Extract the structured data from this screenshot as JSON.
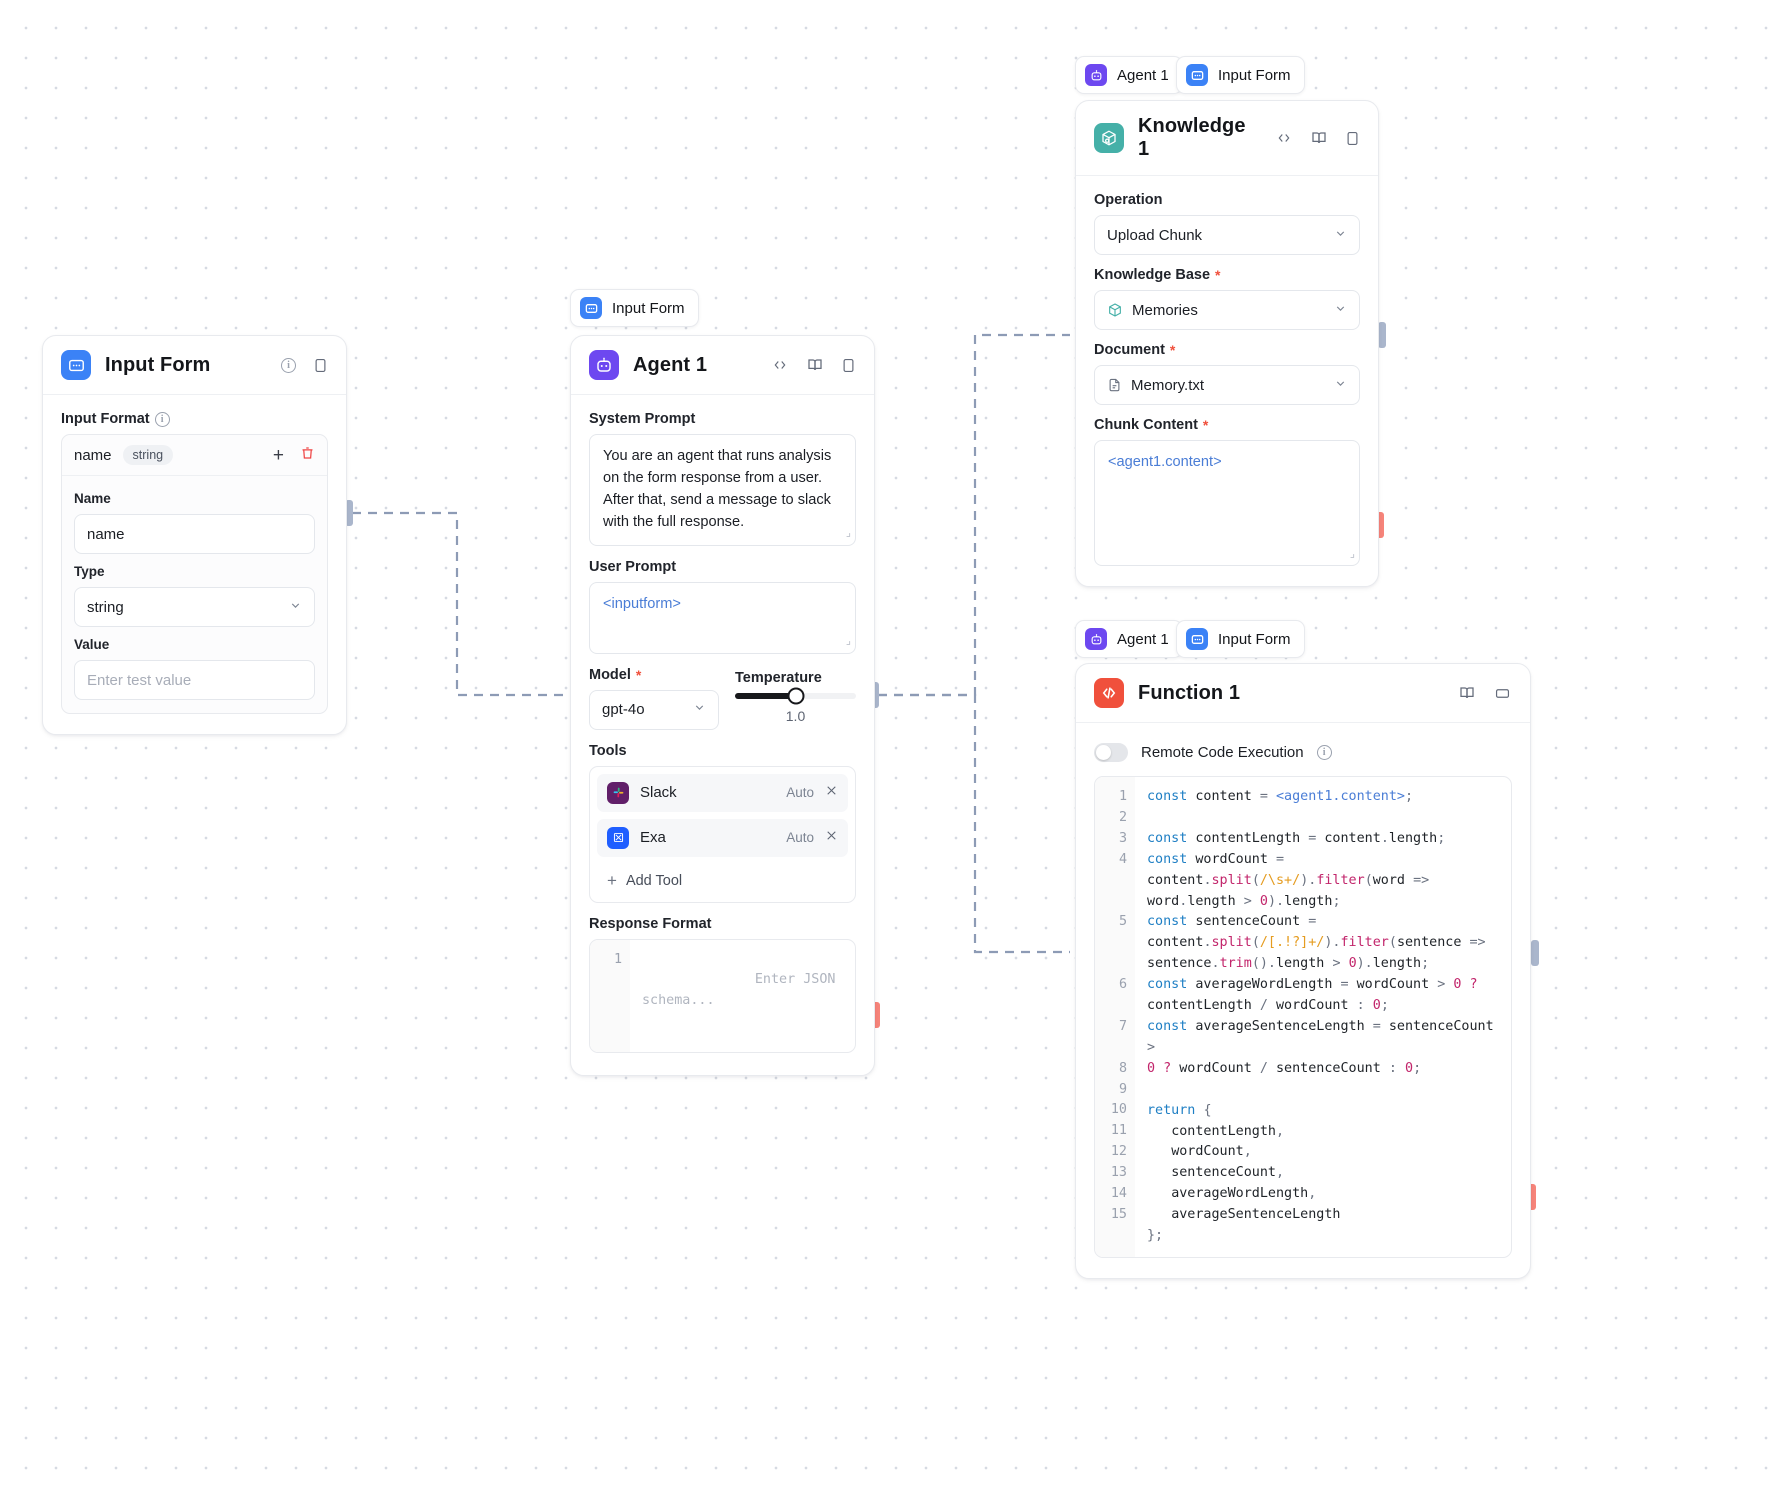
{
  "canvas": {
    "background": "#ffffff",
    "grid_dot_color": "#d6dae2"
  },
  "nodes": {
    "input_form": {
      "title": "Input Form",
      "icon": "input-form-icon",
      "accent": "#3b82f6",
      "section_label": "Input Format",
      "format_row": {
        "name": "name",
        "type_pill": "string",
        "add": "+",
        "delete": "trash"
      },
      "fields": {
        "name_label": "Name",
        "name_value": "name",
        "type_label": "Type",
        "type_value": "string",
        "value_label": "Value",
        "value_placeholder": "Enter test value"
      }
    },
    "agent": {
      "title": "Agent 1",
      "icon": "robot-icon",
      "accent": "#6d48f0",
      "system_prompt_label": "System Prompt",
      "system_prompt": "You are an agent that runs analysis on the form response from a user. After that, send a message to slack with the full response.",
      "user_prompt_label": "User Prompt",
      "user_prompt": "<inputform>",
      "model_label": "Model",
      "model_value": "gpt-4o",
      "temperature_label": "Temperature",
      "temperature_value": "1.0",
      "temperature_percent": 50,
      "tools_label": "Tools",
      "tools": [
        {
          "name": "Slack",
          "mode": "Auto"
        },
        {
          "name": "Exa",
          "mode": "Auto"
        }
      ],
      "add_tool_label": "Add Tool",
      "response_format_label": "Response Format",
      "response_format_placeholder": "Enter JSON schema...",
      "response_format_line_no": "1"
    },
    "knowledge": {
      "title": "Knowledge 1",
      "icon": "knowledge-box-icon",
      "accent": "#45b0a8",
      "operation_label": "Operation",
      "operation_value": "Upload Chunk",
      "knowledge_base_label": "Knowledge Base",
      "knowledge_base_value": "Memories",
      "document_label": "Document",
      "document_value": "Memory.txt",
      "chunk_content_label": "Chunk Content",
      "chunk_content_value": "<agent1.content>"
    },
    "function": {
      "title": "Function 1",
      "icon": "code-icon",
      "accent": "#f0503c",
      "remote_code_label": "Remote Code Execution",
      "remote_code_enabled": false,
      "code_lines": [
        "const content = <agent1.content>;",
        "",
        "const contentLength = content.length;",
        "const wordCount = content.split(/\\s+/).filter(word => word.length > 0).length;",
        "const sentenceCount = content.split(/[.!?]+/).filter(sentence => sentence.trim().length > 0).length;",
        "const averageWordLength = wordCount > 0 ? contentLength / wordCount : 0;",
        "const averageSentenceLength = sentenceCount > 0 ? wordCount / sentenceCount : 0;",
        "",
        "return {",
        "  contentLength,",
        "  wordCount,",
        "  sentenceCount,",
        "  averageWordLength,",
        "  averageSentenceLength",
        "};"
      ]
    }
  },
  "chips": {
    "agent_input_top": [
      {
        "label": "Agent 1",
        "icon": "robot-icon"
      },
      {
        "label": "Input Form",
        "icon": "input-form-icon"
      }
    ],
    "agent_input_bottom": [
      {
        "label": "Agent 1",
        "icon": "robot-icon"
      },
      {
        "label": "Input Form",
        "icon": "input-form-icon"
      }
    ],
    "agent_standalone": {
      "label": "Input Form",
      "icon": "input-form-icon"
    }
  }
}
